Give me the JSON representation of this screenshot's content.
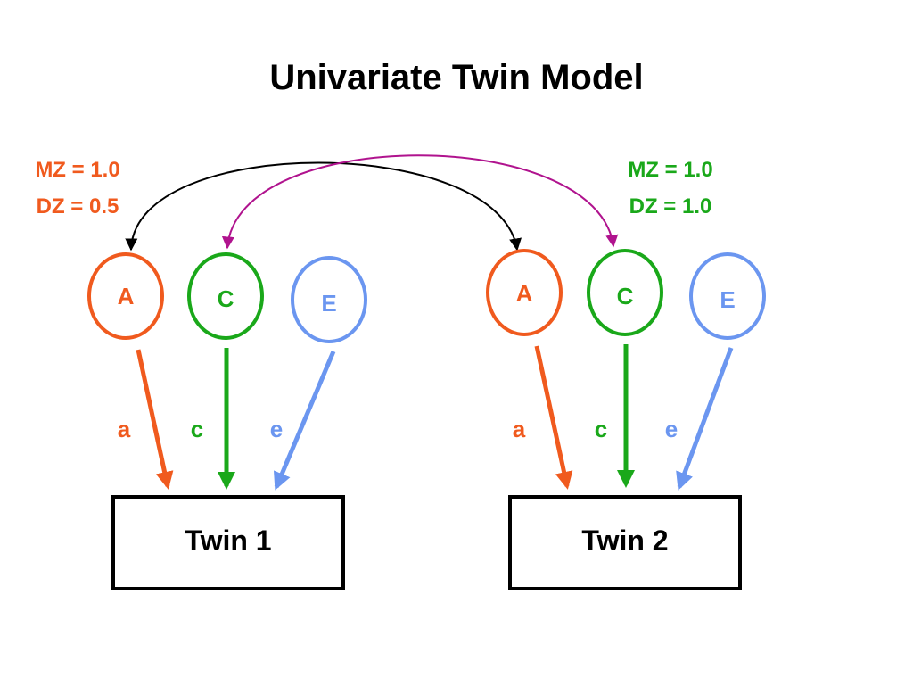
{
  "title": "Univariate Twin Model",
  "colors": {
    "A": "#f05a1e",
    "C": "#1aa81a",
    "E": "#6b96f0",
    "A_corr": "#000000",
    "C_corr": "#b0138e",
    "text": "#000000"
  },
  "correlations": {
    "additive": {
      "mz": "MZ = 1.0",
      "dz": "DZ = 0.5"
    },
    "common": {
      "mz": "MZ = 1.0",
      "dz": "DZ = 1.0"
    }
  },
  "twins": [
    {
      "label": "Twin 1",
      "latents": {
        "A": "A",
        "C": "C",
        "E": "E"
      },
      "paths": {
        "a": "a",
        "c": "c",
        "e": "e"
      }
    },
    {
      "label": "Twin 2",
      "latents": {
        "A": "A",
        "C": "C",
        "E": "E"
      },
      "paths": {
        "a": "a",
        "c": "c",
        "e": "e"
      }
    }
  ]
}
